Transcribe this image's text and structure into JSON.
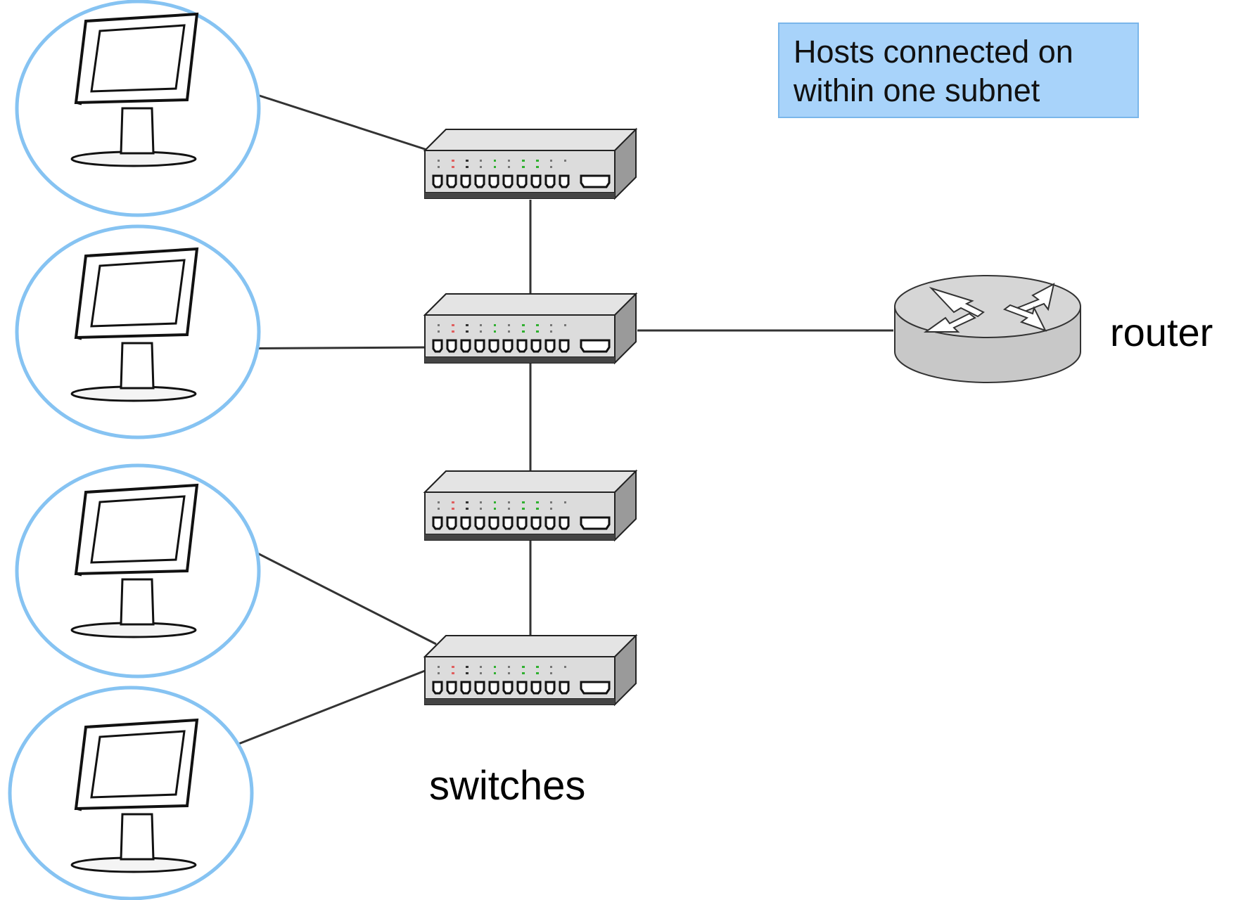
{
  "note": {
    "line1": "Hosts connected on",
    "line2": "within one subnet",
    "fill_color": "#a8d3fa"
  },
  "labels": {
    "router": "router",
    "switches": "switches"
  },
  "colors": {
    "host_circle": "#86c3f2",
    "device_body": "#d8d8d8",
    "link": "#333333"
  },
  "nodes": {
    "hosts": [
      "host-1",
      "host-2",
      "host-3",
      "host-4"
    ],
    "switches": [
      "switch-1",
      "switch-2",
      "switch-3",
      "switch-4"
    ],
    "router": "router"
  }
}
